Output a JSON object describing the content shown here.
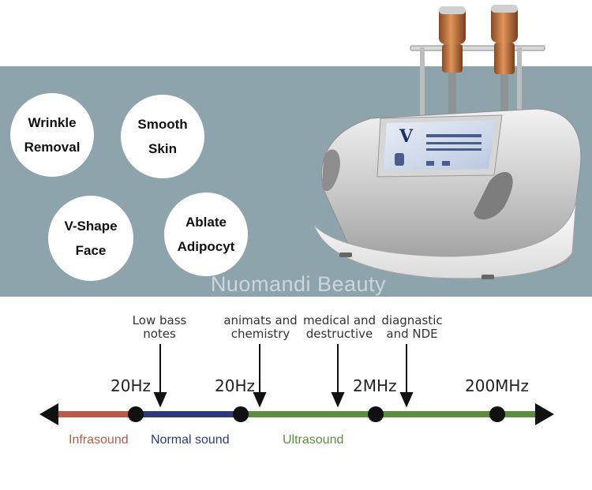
{
  "effects": [
    {
      "line1": "Wrinkle",
      "line2": "Removal"
    },
    {
      "line1": "Smooth",
      "line2": "Skin"
    },
    {
      "line1": "V-Shape",
      "line2": "Face"
    },
    {
      "line1": "Ablate",
      "line2": "Adipocyt"
    }
  ],
  "watermark": "Nuomandi Beauty",
  "device": {
    "screen_logo": "V"
  },
  "spectrum": {
    "annotations": [
      {
        "line1": "Low bass",
        "line2": "notes"
      },
      {
        "line1": "animats and",
        "line2": "chemistry"
      },
      {
        "line1": "medical and",
        "line2": "destructive"
      },
      {
        "line1": "diagnastic",
        "line2": "and NDE"
      }
    ],
    "frequencies": [
      "20Hz",
      "20Hz",
      "2MHz",
      "200MHz"
    ],
    "segments": [
      {
        "label": "Infrasound",
        "color": "#b85a4a"
      },
      {
        "label": "Normal sound",
        "color": "#2e3a7e"
      },
      {
        "label": "Ultrasound",
        "color": "#5b8e3f"
      }
    ],
    "colors": {
      "infrasound": "#b85a4a",
      "normal": "#2e3a7e",
      "ultrasound": "#5b8e3f",
      "marker": "#111111"
    }
  }
}
